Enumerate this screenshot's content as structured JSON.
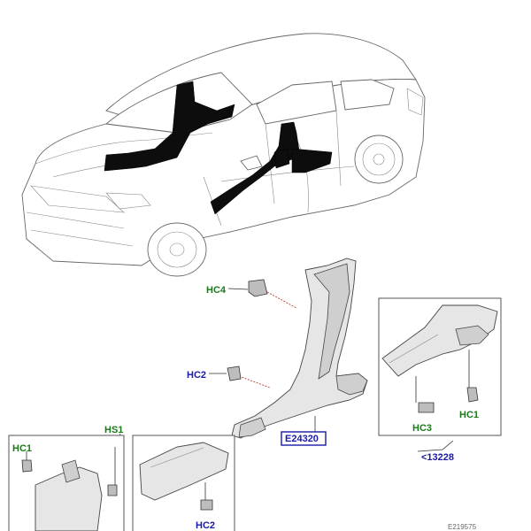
{
  "labels": {
    "hc4": "HC4",
    "hc2_main": "HC2",
    "hs1": "HS1",
    "hc1_left": "HC1",
    "hc2_bottom": "HC2",
    "hc3": "HC3",
    "hc1_right": "HC1",
    "ref_main": "E24320",
    "ref_detail": "<13228",
    "corner_code": "E219575"
  },
  "colors": {
    "green_label": "#1a7a1a",
    "blue_label": "#1a1aa8",
    "highlight": "#0d0d0d",
    "leader_red": "#c0392b"
  }
}
